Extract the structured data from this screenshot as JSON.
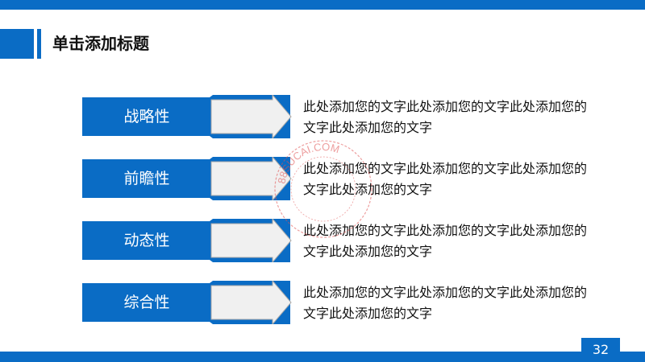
{
  "slide": {
    "title": "单击添加标题",
    "page_number": "32"
  },
  "rows": [
    {
      "label": "战略性",
      "text": "此处添加您的文字此处添加您的文字此处添加您的文字此处添加您的文字"
    },
    {
      "label": "前瞻性",
      "text": "此处添加您的文字此处添加您的文字此处添加您的文字此处添加您的文字"
    },
    {
      "label": "动态性",
      "text": "此处添加您的文字此处添加您的文字此处添加您的文字此处添加您的文字"
    },
    {
      "label": "综合性",
      "text": "此处添加您的文字此处添加您的文字此处添加您的文字此处添加您的文字"
    }
  ],
  "watermark": {
    "text": "88SUCAI.COM"
  },
  "colors": {
    "accent": "#0a6cc5",
    "arrow_fill": "#f0f0f0",
    "arrow_stroke": "#a9a9a9",
    "text": "#111111",
    "watermark": "#e05050"
  }
}
